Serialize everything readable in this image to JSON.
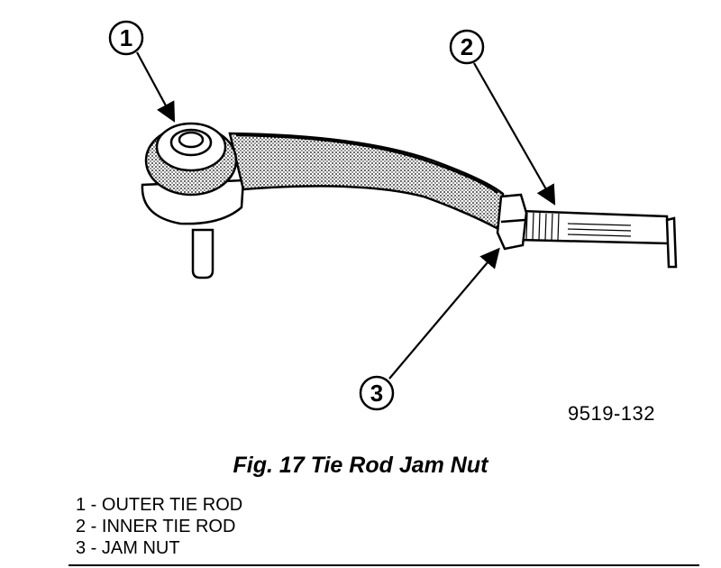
{
  "figure": {
    "code": "9519-132",
    "callouts": [
      "1",
      "2",
      "3"
    ]
  },
  "caption": "Fig. 17 Tie Rod Jam Nut",
  "legend": [
    "1 - OUTER TIE ROD",
    "2 - INNER TIE ROD",
    "3 - JAM NUT"
  ]
}
